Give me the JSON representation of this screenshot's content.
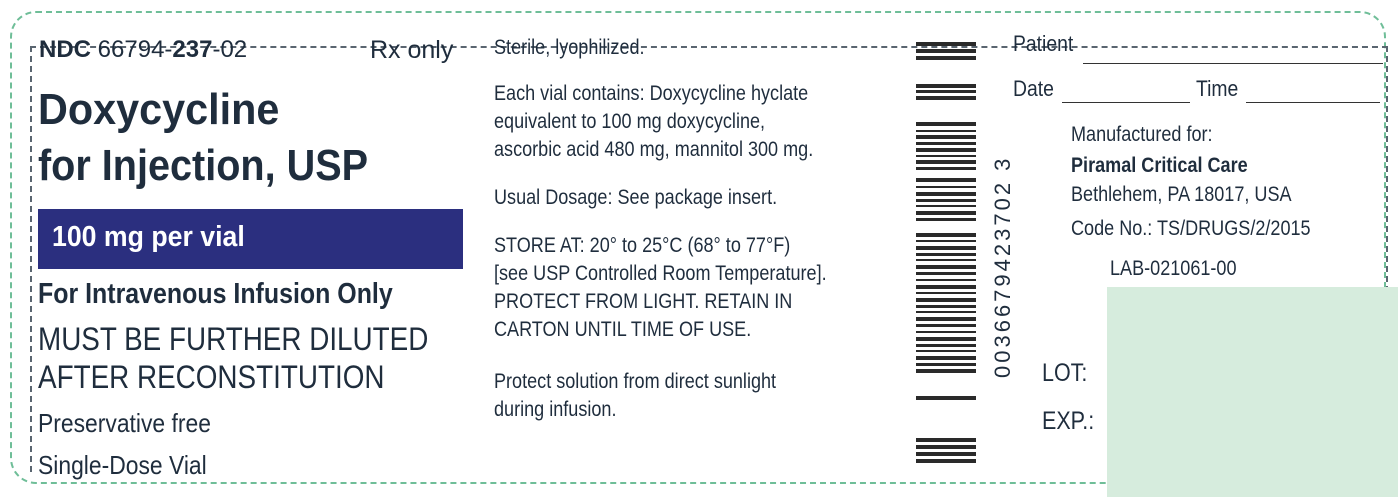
{
  "ndc": {
    "prefix": "NDC ",
    "part1": "66794-",
    "part2": "237",
    "part3": "-02"
  },
  "rx_only": "Rx only",
  "product": {
    "line1": "Doxycycline",
    "line2": "for Injection, USP"
  },
  "strength": "100 mg per vial",
  "route": "For Intravenous Infusion Only",
  "dilution": {
    "line1": "MUST BE FURTHER DILUTED",
    "line2": "AFTER RECONSTITUTION"
  },
  "preservative": "Preservative free",
  "vial_type": "Single-Dose Vial",
  "middle": {
    "sterile": "Sterile, lyophilized.",
    "contains": [
      "Each vial contains: Doxycycline hyclate",
      "equivalent to 100 mg doxycycline,",
      "ascorbic acid 480 mg, mannitol 300 mg."
    ],
    "dosage": "Usual Dosage: See package insert.",
    "storage": [
      "STORE AT: 20° to 25°C (68° to 77°F)",
      "[see USP Controlled Room Temperature].",
      "PROTECT FROM LIGHT. RETAIN IN",
      "CARTON UNTIL TIME OF USE."
    ],
    "sunlight": [
      "Protect solution from direct sunlight",
      "during infusion."
    ]
  },
  "barcode_number": "0036679423702 3",
  "right": {
    "patient_label": "Patient",
    "date_label": "Date",
    "time_label": "Time",
    "manufactured_for": "Manufactured for:",
    "company": "Piramal Critical Care",
    "address": "Bethlehem, PA 18017, USA",
    "code_no": "Code No.: TS/DRUGS/2/2015",
    "lab_code": "LAB-021061-00",
    "lot_label": "LOT:",
    "exp_label": "EXP.:"
  },
  "colors": {
    "strength_bar": "#2b2f7f",
    "outline": "#6fbe98",
    "lot_exp_box": "#d6ecdd"
  }
}
